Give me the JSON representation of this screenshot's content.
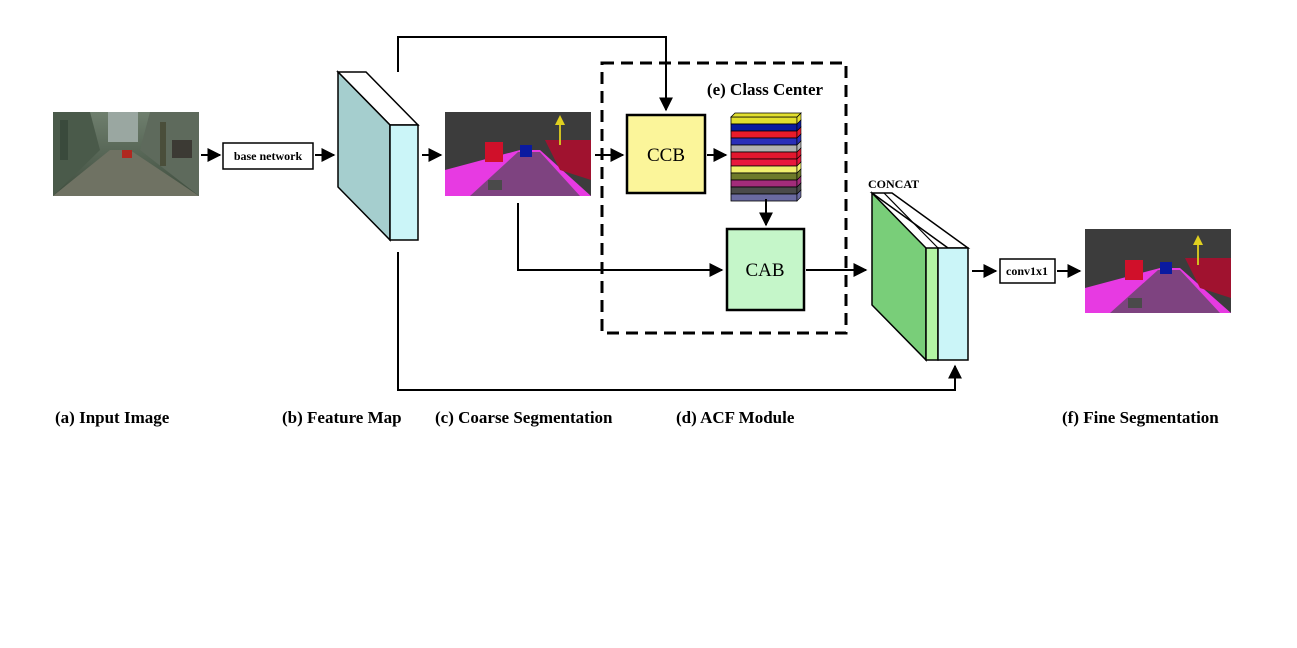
{
  "labels": {
    "base_network": "base network",
    "conv": "conv1x1",
    "ccb": "CCB",
    "cab": "CAB",
    "class_center": "(e) Class Center",
    "concat": "CONCAT"
  },
  "captions": {
    "a": "(a) Input Image",
    "b": "(b) Feature Map",
    "c": "(c) Coarse Segmentation",
    "d": "(d) ACF Module",
    "f": "(f) Fine Segmentation"
  },
  "colors": {
    "feature_map_front": "#cbf5f8",
    "feature_map_side": "#a5cece",
    "ccb_fill": "#fbf59a",
    "cab_fill": "#c5f6c9",
    "concat_green": "#79ce79",
    "concat_light": "#b3f5a4",
    "concat_cyan": "#cbf5f8",
    "seg_sky": "#3c3c3c",
    "seg_road": "#7e4380",
    "seg_sidewalk": "#e73ae2",
    "seg_building": "#a0122f",
    "class_center_stack": [
      "#e2df2f",
      "#0a1b9e",
      "#e91b2a",
      "#2a2eb8",
      "#b1b1b1",
      "#e2172e",
      "#e8193d",
      "#f2f06e",
      "#6e7a2a",
      "#a32c7a",
      "#4a4a4a",
      "#6a6aa0"
    ]
  }
}
